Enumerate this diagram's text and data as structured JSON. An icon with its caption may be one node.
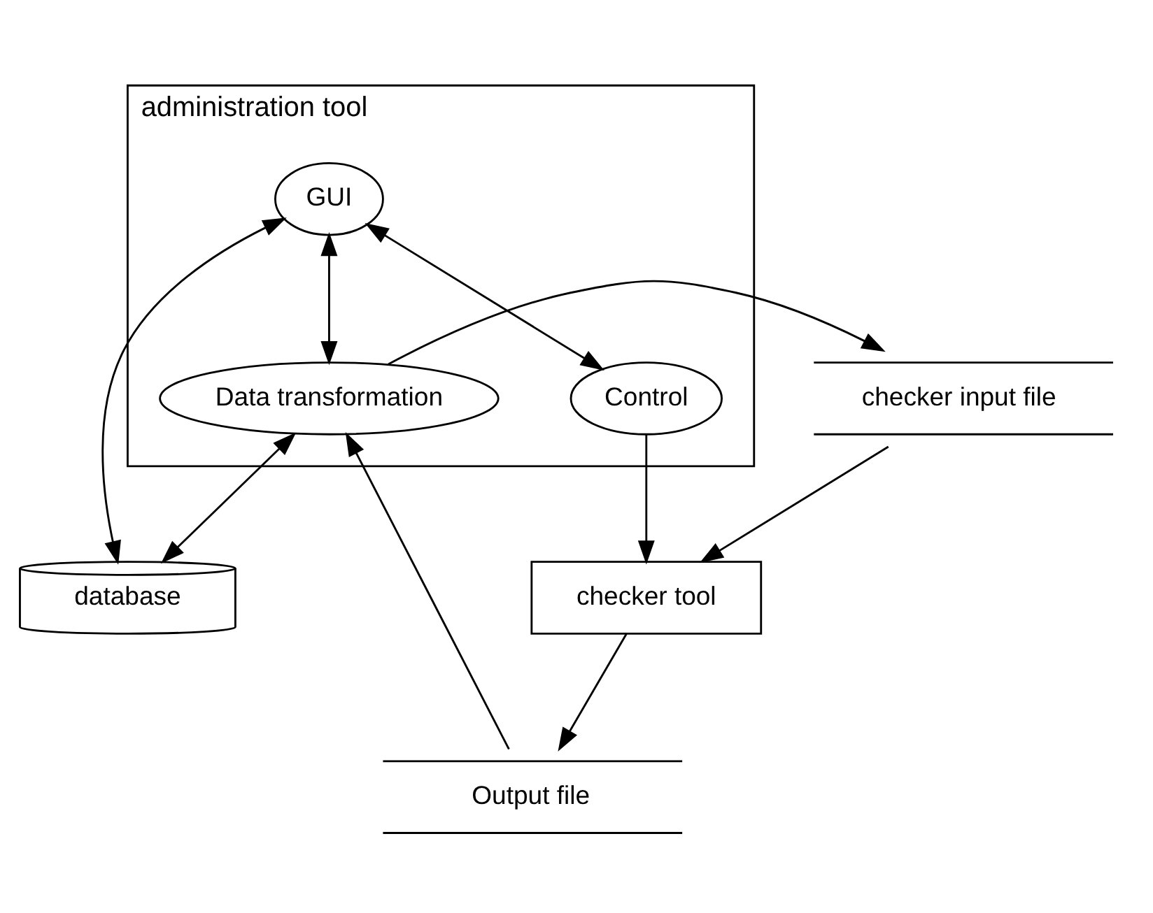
{
  "diagram": {
    "nodes": [
      {
        "text": [
          "administration tool"
        ]
      },
      {
        "text": [
          "GUI"
        ],
        "in": 0
      },
      {
        "text": [
          "Data transformation"
        ],
        "in": 0
      },
      {
        "text": [
          "Control"
        ],
        "in": 0
      },
      {
        "text": [
          "database"
        ]
      },
      {
        "text": [
          "checker tool"
        ]
      },
      {
        "text": [
          "checker input file"
        ]
      },
      {
        "text": [
          "Output file"
        ]
      }
    ],
    "edges": [
      {
        "from": 1,
        "to": 4,
        "arrow": "both"
      },
      {
        "from": 2,
        "to": 4,
        "arrow": "both"
      },
      {
        "from": 1,
        "to": 2,
        "arrow": "both"
      },
      {
        "from": 1,
        "to": 3,
        "arrow": "both"
      },
      {
        "from": 3,
        "to": 5,
        "arrow": "to"
      },
      {
        "from": 2,
        "to": 6,
        "arrow": "to"
      },
      {
        "from": 6,
        "to": 5,
        "arrow": "to"
      },
      {
        "from": 5,
        "to": 7,
        "arrow": "to"
      },
      {
        "from": 7,
        "to": 2,
        "arrow": "to"
      }
    ]
  }
}
